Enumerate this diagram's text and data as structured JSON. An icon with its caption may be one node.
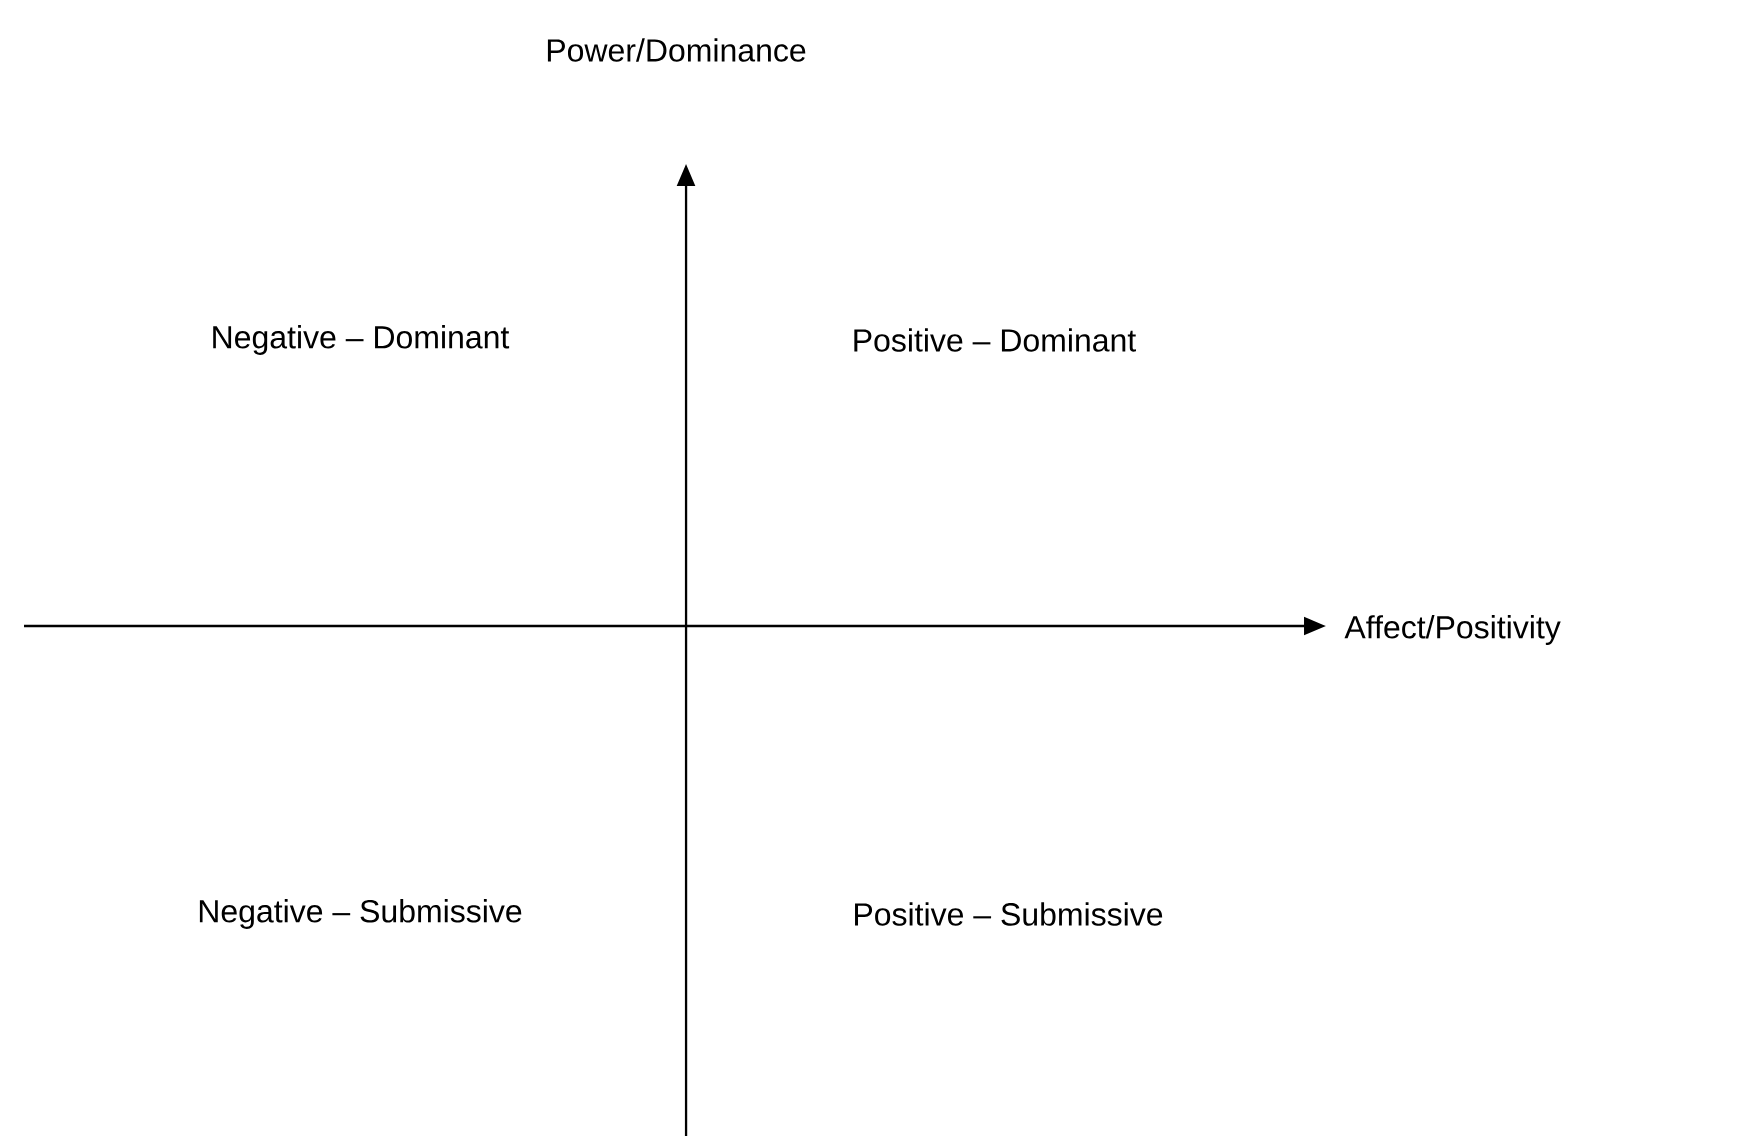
{
  "diagram": {
    "labels": [
      "Power/Dominance",
      "Negative – Dominant",
      "Positive – Dominant",
      "Affect/Positivity",
      "Negative – Submissive",
      "Positive – Submissive"
    ]
  }
}
